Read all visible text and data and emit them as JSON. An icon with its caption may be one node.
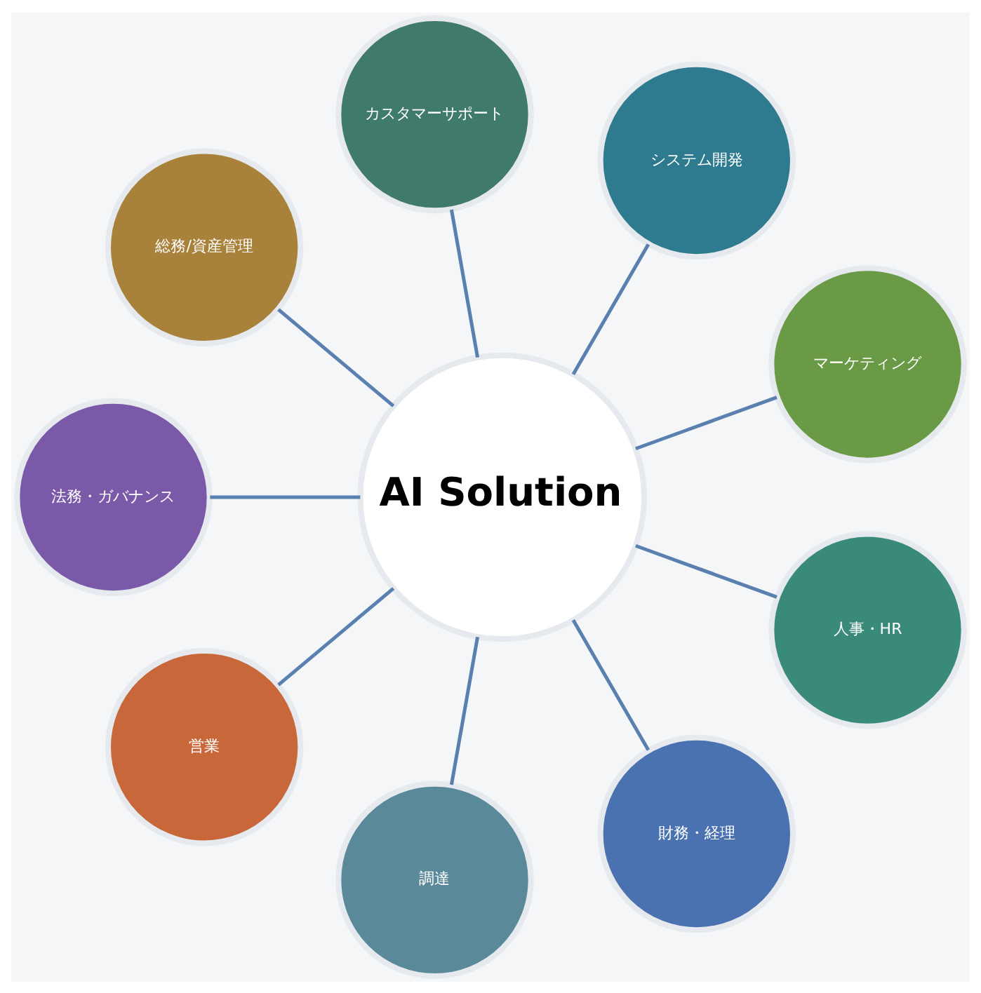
{
  "diagram": {
    "nodes": [
      {
        "text": [
          "AI Solution"
        ]
      },
      {
        "text": [
          "マーケティング"
        ]
      },
      {
        "text": [
          "システム開発"
        ]
      },
      {
        "text": [
          "カスタマーサポート"
        ]
      },
      {
        "text": [
          "総務/資産管理"
        ]
      },
      {
        "text": [
          "法務・ガバナンス"
        ]
      },
      {
        "text": [
          "営業"
        ]
      },
      {
        "text": [
          "調達"
        ]
      },
      {
        "text": [
          "財務・経理"
        ]
      },
      {
        "text": [
          "人事・HR"
        ]
      }
    ],
    "edges": [
      {
        "from": 0,
        "to": 1,
        "arrow": "none"
      },
      {
        "from": 0,
        "to": 2,
        "arrow": "none"
      },
      {
        "from": 0,
        "to": 3,
        "arrow": "none"
      },
      {
        "from": 0,
        "to": 4,
        "arrow": "none"
      },
      {
        "from": 0,
        "to": 5,
        "arrow": "none"
      },
      {
        "from": 0,
        "to": 6,
        "arrow": "none"
      },
      {
        "from": 0,
        "to": 7,
        "arrow": "none"
      },
      {
        "from": 0,
        "to": 8,
        "arrow": "none"
      },
      {
        "from": 0,
        "to": 9,
        "arrow": "none"
      }
    ]
  }
}
